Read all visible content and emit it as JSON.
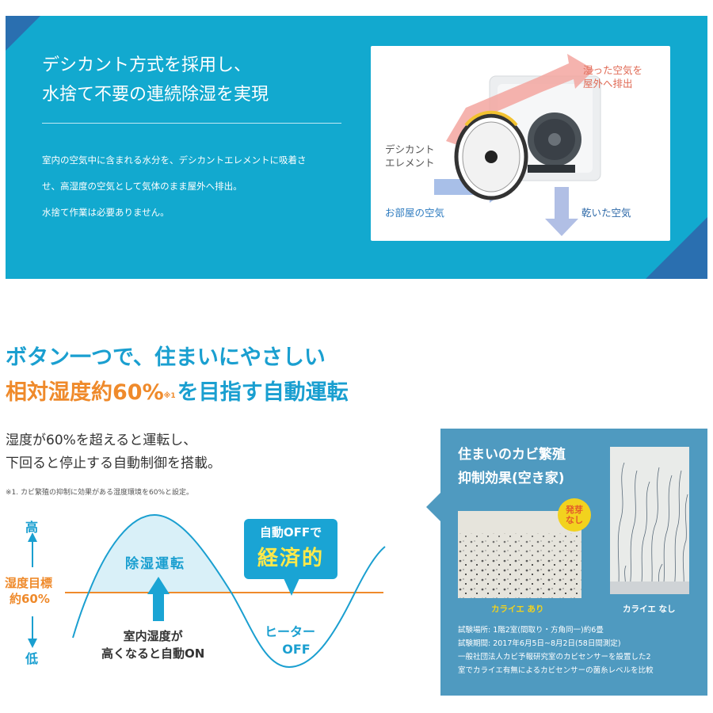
{
  "banner": {
    "title_line1": "デシカント方式を採用し、",
    "title_line2": "水捨て不要の連続除湿を実現",
    "desc_line1": "室内の空気中に含まれる水分を、デシカントエレメントに吸着さ",
    "desc_line2": "せ、高湿度の空気として気体のまま屋外へ排出。",
    "desc_line3": "水捨て作業は必要ありません。",
    "colors": {
      "background": "#12a9cf",
      "corner": "#2a6fb0"
    }
  },
  "diagram": {
    "label_wet_line1": "湿った空気を",
    "label_wet_line2": "屋外へ排出",
    "label_element_line1": "デシカント",
    "label_element_line2": "エレメント",
    "label_room_air": "お部屋の空気",
    "label_dry_air": "乾いた空気"
  },
  "headline": {
    "line1": "ボタン一つで、住まいにやさしい",
    "line2_orange": "相対湿度約60%",
    "line2_note": "※1",
    "line2_blue": "を目指す自動運転",
    "colors": {
      "blue": "#1a9fd0",
      "orange": "#ef8a2b"
    }
  },
  "subtext": {
    "line1": "湿度が60%を超えると運転し、",
    "line2": "下回ると停止する自動制御を搭載。",
    "footnote": "※1. カビ繁殖の抑制に効果がある湿度環境を60%と設定。"
  },
  "graph": {
    "high_label": "高",
    "low_label": "低",
    "target_line1": "湿度目標",
    "target_line2": "約60%",
    "dehumidify_label": "除湿運転",
    "auto_on_line1": "室内湿度が",
    "auto_on_line2": "高くなると自動ON",
    "callout_small": "自動OFFで",
    "callout_big": "経済的",
    "heater_line1": "ヒーター",
    "heater_line2": "OFF"
  },
  "mold": {
    "title_line1": "住まいのカビ繁殖",
    "title_line2": "抑制効果(空き家)",
    "badge_line1": "発芽",
    "badge_line2": "なし",
    "caption_with": "カライエ あり",
    "caption_without": "カライエ なし",
    "info_line1": "試験場所:  1階2室(間取り・方角同一)約6畳",
    "info_line2": "試験期間:  2017年6月5日~8月2日(58日間測定)",
    "info_line3": "一般社団法人カビ予報研究室のカビセンサーを設置した2",
    "info_line4": "室でカライエ有無によるカビセンサーの菌糸レベルを比較",
    "colors": {
      "panel": "#4f9ac0",
      "badge": "#f2d21e"
    }
  }
}
